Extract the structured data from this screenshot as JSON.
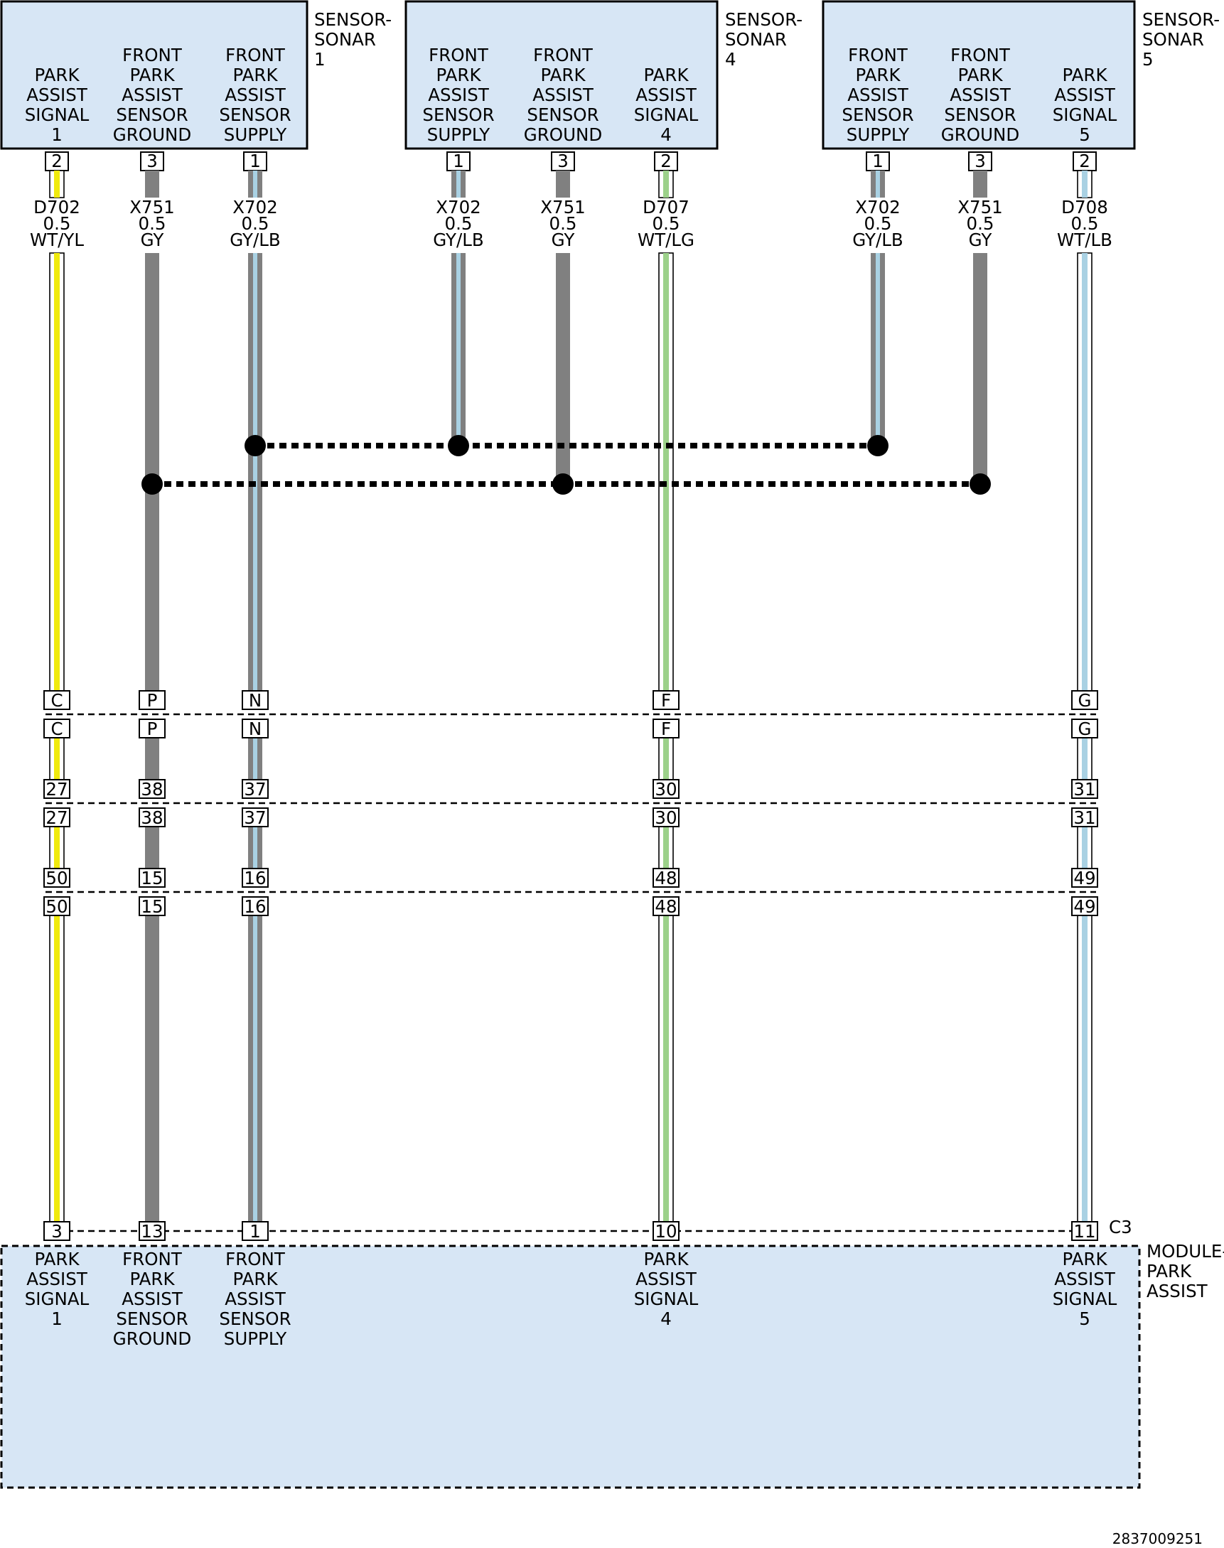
{
  "colors": {
    "component_fill": "#d7e6f5",
    "gray": "#808080",
    "light_blue": "#a9d1e3",
    "yellow": "#f0ea0d",
    "light_green": "#9cd18a",
    "white": "#ffffff",
    "outline": "#000000"
  },
  "components": [
    {
      "id": "sonar1",
      "title": [
        "SENSOR-",
        "SONAR",
        "1"
      ],
      "pins": [
        {
          "pin": "2",
          "label": [
            "PARK",
            "ASSIST",
            "SIGNAL",
            "1"
          ]
        },
        {
          "pin": "3",
          "label": [
            "FRONT",
            "PARK",
            "ASSIST",
            "SENSOR",
            "GROUND"
          ]
        },
        {
          "pin": "1",
          "label": [
            "FRONT",
            "PARK",
            "ASSIST",
            "SENSOR",
            "SUPPLY"
          ]
        }
      ]
    },
    {
      "id": "sonar4",
      "title": [
        "SENSOR-",
        "SONAR",
        "4"
      ],
      "pins": [
        {
          "pin": "1",
          "label": [
            "FRONT",
            "PARK",
            "ASSIST",
            "SENSOR",
            "SUPPLY"
          ]
        },
        {
          "pin": "3",
          "label": [
            "FRONT",
            "PARK",
            "ASSIST",
            "SENSOR",
            "GROUND"
          ]
        },
        {
          "pin": "2",
          "label": [
            "PARK",
            "ASSIST",
            "SIGNAL",
            "4"
          ]
        }
      ]
    },
    {
      "id": "sonar5",
      "title": [
        "SENSOR-",
        "SONAR",
        "5"
      ],
      "pins": [
        {
          "pin": "1",
          "label": [
            "FRONT",
            "PARK",
            "ASSIST",
            "SENSOR",
            "SUPPLY"
          ]
        },
        {
          "pin": "3",
          "label": [
            "FRONT",
            "PARK",
            "ASSIST",
            "SENSOR",
            "GROUND"
          ]
        },
        {
          "pin": "2",
          "label": [
            "PARK",
            "ASSIST",
            "SIGNAL",
            "5"
          ]
        }
      ]
    }
  ],
  "wires": [
    {
      "circuit": "D702",
      "gauge": "0.5",
      "color_code": "WT/YL",
      "base": "white",
      "stripe": "yellow",
      "inline": [
        [
          "C",
          "C"
        ],
        [
          "27",
          "27"
        ],
        [
          "50",
          "50"
        ]
      ],
      "module_pin": "3"
    },
    {
      "circuit": "X751",
      "gauge": "0.5",
      "color_code": "GY",
      "base": "gray",
      "stripe": "",
      "inline": [
        [
          "P",
          "P"
        ],
        [
          "38",
          "38"
        ],
        [
          "15",
          "15"
        ]
      ],
      "module_pin": "13"
    },
    {
      "circuit": "X702",
      "gauge": "0.5",
      "color_code": "GY/LB",
      "base": "gray",
      "stripe": "light_blue",
      "inline": [
        [
          "N",
          "N"
        ],
        [
          "37",
          "37"
        ],
        [
          "16",
          "16"
        ]
      ],
      "module_pin": "1"
    },
    {
      "circuit": "X702",
      "gauge": "0.5",
      "color_code": "GY/LB",
      "base": "gray",
      "stripe": "light_blue"
    },
    {
      "circuit": "X751",
      "gauge": "0.5",
      "color_code": "GY",
      "base": "gray",
      "stripe": ""
    },
    {
      "circuit": "D707",
      "gauge": "0.5",
      "color_code": "WT/LG",
      "base": "white",
      "stripe": "light_green",
      "inline": [
        [
          "F",
          "F"
        ],
        [
          "30",
          "30"
        ],
        [
          "48",
          "48"
        ]
      ],
      "module_pin": "10"
    },
    {
      "circuit": "X702",
      "gauge": "0.5",
      "color_code": "GY/LB",
      "base": "gray",
      "stripe": "light_blue"
    },
    {
      "circuit": "X751",
      "gauge": "0.5",
      "color_code": "GY",
      "base": "gray",
      "stripe": ""
    },
    {
      "circuit": "D708",
      "gauge": "0.5",
      "color_code": "WT/LB",
      "base": "white",
      "stripe": "light_blue",
      "inline": [
        [
          "G",
          "G"
        ],
        [
          "31",
          "31"
        ],
        [
          "49",
          "49"
        ]
      ],
      "module_pin": "11"
    }
  ],
  "module": {
    "title": [
      "MODULE-",
      "PARK",
      "ASSIST"
    ],
    "connector": "C3",
    "pin_labels": [
      [
        "PARK",
        "ASSIST",
        "SIGNAL",
        "1"
      ],
      [
        "FRONT",
        "PARK",
        "ASSIST",
        "SENSOR",
        "GROUND"
      ],
      [
        "FRONT",
        "PARK",
        "ASSIST",
        "SENSOR",
        "SUPPLY"
      ],
      [
        "PARK",
        "ASSIST",
        "SIGNAL",
        "4"
      ],
      [
        "PARK",
        "ASSIST",
        "SIGNAL",
        "5"
      ]
    ]
  },
  "splices": {
    "supply": {
      "label": "X702 supply splice"
    },
    "ground": {
      "label": "X751 ground splice"
    }
  },
  "figure_id": "2837009251"
}
